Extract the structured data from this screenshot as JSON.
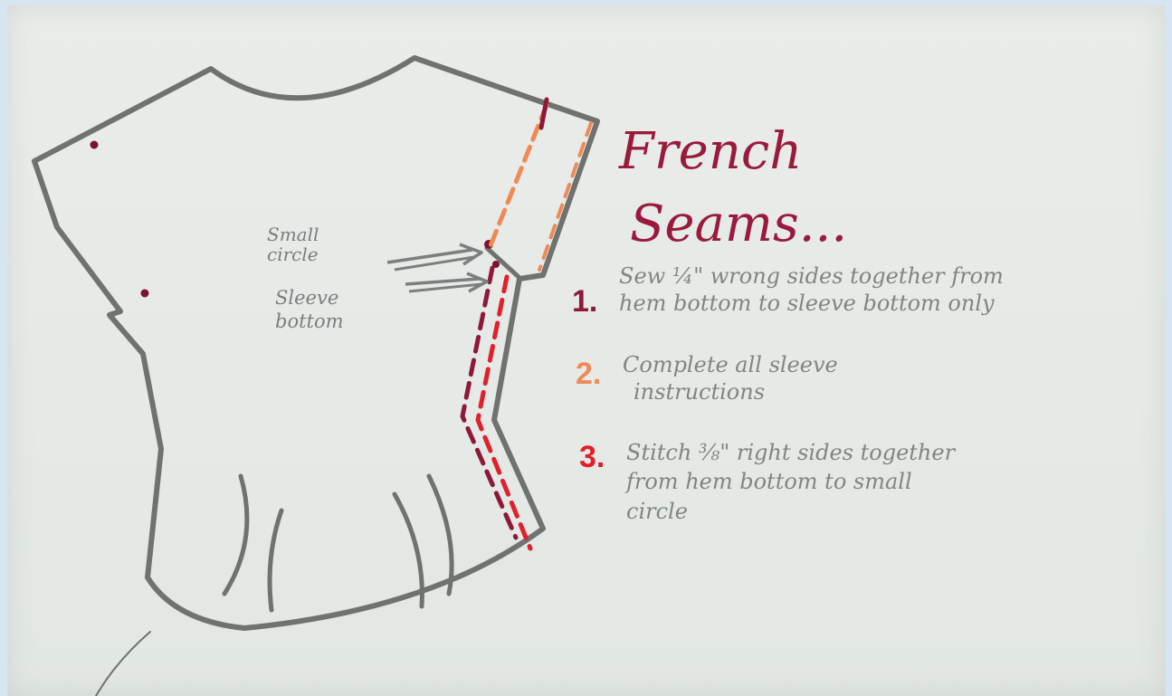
{
  "title": {
    "line1": "French",
    "line2": "Seams..."
  },
  "labels": {
    "small_circle_line1": "Small",
    "small_circle_line2": "circle",
    "sleeve_bottom_line1": "Sleeve",
    "sleeve_bottom_line2": "bottom"
  },
  "steps": [
    {
      "number": "1.",
      "line1": "Sew ¼\" wrong sides together from",
      "line2": "hem bottom to sleeve bottom only",
      "color": "#8e1838"
    },
    {
      "number": "2.",
      "line1": "Complete all sleeve",
      "line2": "instructions",
      "color": "#f08a55"
    },
    {
      "number": "3.",
      "line1": "Stitch ⅜\" right sides together",
      "line2": "from hem bottom to small",
      "line3": "circle",
      "color": "#e0202c"
    }
  ],
  "colors": {
    "outline": "#6f726f",
    "title": "#9a1a3e",
    "seam_wrong_side": "#8e1838",
    "seam_sleeve": "#f08a55",
    "seam_right_side": "#e0202c"
  }
}
